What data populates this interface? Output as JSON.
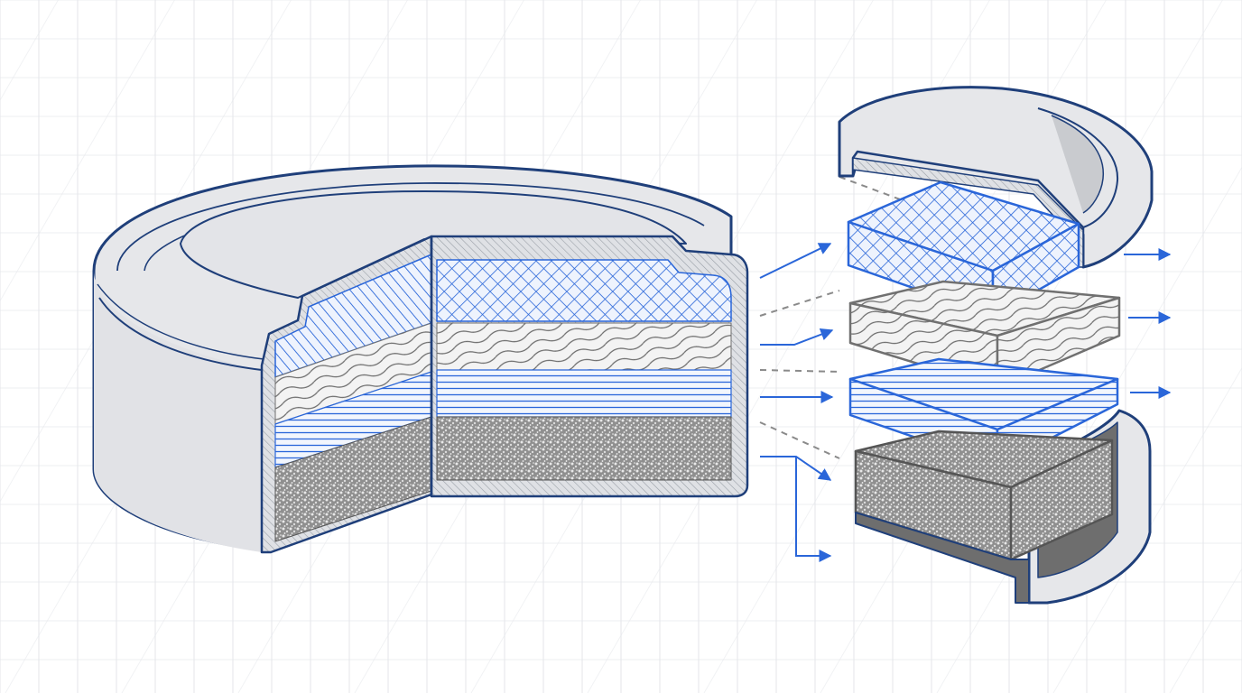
{
  "diagram": {
    "labels": [],
    "layers": [
      {
        "id": "cathode-mesh",
        "fill": "crosshatch",
        "color": "#2a66d9"
      },
      {
        "id": "wavy-layer",
        "fill": "wavy",
        "color": "#707070"
      },
      {
        "id": "separator-lines",
        "fill": "horizontal-lines",
        "color": "#2a66d9"
      },
      {
        "id": "powder-layer",
        "fill": "stipple",
        "color": "#7a7a7a"
      }
    ]
  },
  "colors": {
    "outline": "#1f3f7a",
    "accent": "#2a66d9",
    "case_fill": "#e6e7ea",
    "case_dark": "#c9cbcf",
    "hatch": "#9aa0a8",
    "powder_bg": "#8f8f8f",
    "dark_plate": "#6e6e6e",
    "grid": "#e4e6ea"
  }
}
